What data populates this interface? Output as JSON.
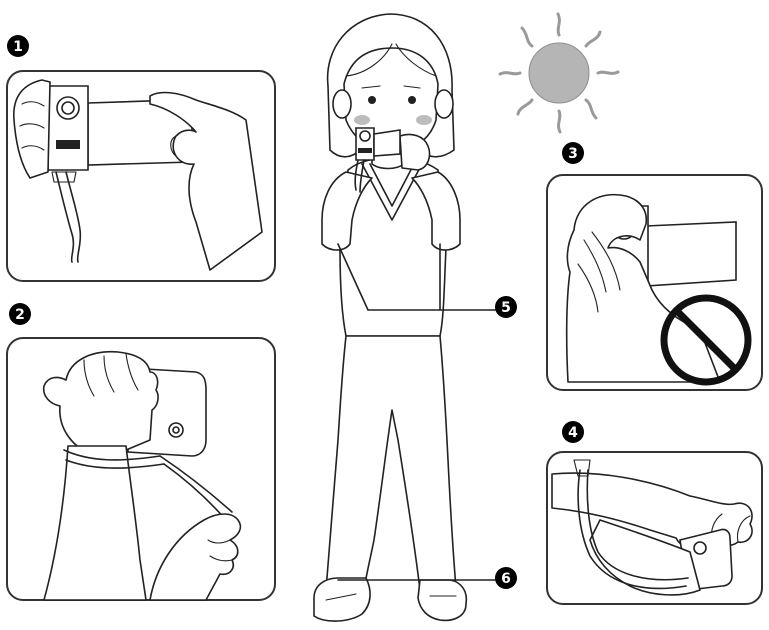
{
  "diagram": {
    "steps": [
      {
        "id": "1",
        "label": "1"
      },
      {
        "id": "2",
        "label": "2"
      },
      {
        "id": "3",
        "label": "3"
      },
      {
        "id": "4",
        "label": "4"
      }
    ],
    "callouts": [
      {
        "id": "5",
        "label": "5"
      },
      {
        "id": "6",
        "label": "6"
      }
    ],
    "icons": {
      "sun": "sun-icon",
      "prohibited": "no-sign-icon"
    },
    "colors": {
      "badge": "#000000",
      "badge_text": "#ffffff",
      "panel_border": "#333333",
      "sun_fill": "#b5b5b5",
      "sun_rays": "#9a9a9a",
      "prohibited": "#111111"
    }
  }
}
